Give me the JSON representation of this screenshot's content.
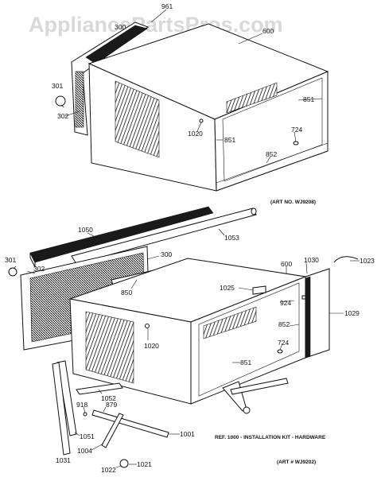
{
  "watermark": "AppliancePartsPros.com",
  "top_assembly": {
    "art_number": "(ART NO. WJ9208)",
    "labels": {
      "p961": "961",
      "p300": "300",
      "p600": "600",
      "p301": "301",
      "p302": "302",
      "p851a": "851",
      "p1020": "1020",
      "p851b": "851",
      "p724": "724",
      "p852": "852"
    }
  },
  "bottom_assembly": {
    "art_number": "(ART # WJ9202)",
    "kit_note": "REF. 1000 - INSTALLATION KIT - HARDWARE",
    "labels": {
      "p1050": "1050",
      "p1053": "1053",
      "p301": "301",
      "p302": "302",
      "p300": "300",
      "p600": "600",
      "p1030": "1030",
      "p1023": "1023",
      "p850": "850",
      "p1025": "1025",
      "p924": "924",
      "p1029": "1029",
      "p852": "852",
      "p1020": "1020",
      "p724": "724",
      "p851": "851",
      "p1052": "1052",
      "p918": "918",
      "p879": "879",
      "p1001": "1001",
      "p1051": "1051",
      "p1004": "1004",
      "p1031": "1031",
      "p1021": "1021",
      "p1022": "1022"
    }
  }
}
